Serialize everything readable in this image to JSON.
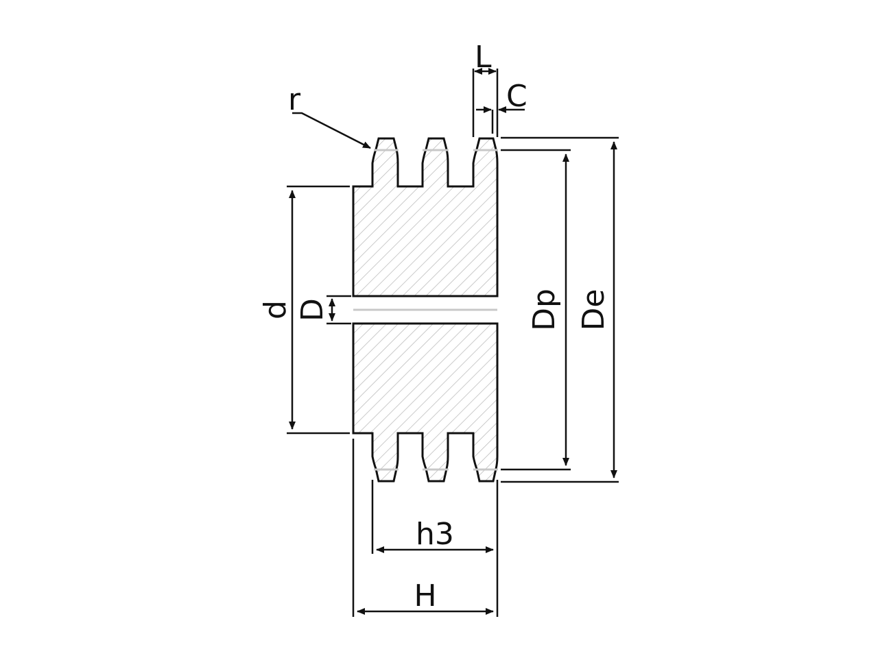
{
  "labels": {
    "L": "L",
    "C": "C",
    "r": "r",
    "d": "d",
    "D": "D",
    "Dp": "Dp",
    "De": "De",
    "h3": "h3",
    "H": "H"
  },
  "colors": {
    "line": "#111111",
    "hatch": "#bdbdbd",
    "pitch_line": "#c8c8c8",
    "background": "#ffffff"
  }
}
